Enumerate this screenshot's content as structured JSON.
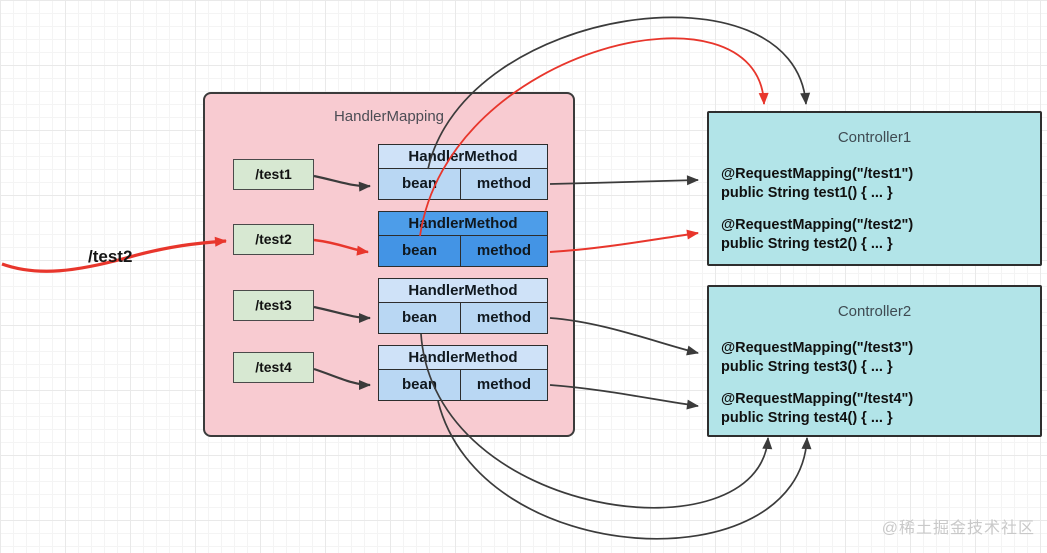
{
  "diagram": {
    "watermark": "@稀土掘金技术社区",
    "incoming_request": {
      "label": "/test2"
    },
    "handler_mapping": {
      "title": "HandlerMapping",
      "url_patterns": [
        {
          "label": "/test1"
        },
        {
          "label": "/test2"
        },
        {
          "label": "/test3"
        },
        {
          "label": "/test4"
        }
      ],
      "handler_methods": [
        {
          "title": "HandlerMethod",
          "bean_label": "bean",
          "method_label": "method",
          "highlighted": false
        },
        {
          "title": "HandlerMethod",
          "bean_label": "bean",
          "method_label": "method",
          "highlighted": true
        },
        {
          "title": "HandlerMethod",
          "bean_label": "bean",
          "method_label": "method",
          "highlighted": false
        },
        {
          "title": "HandlerMethod",
          "bean_label": "bean",
          "method_label": "method",
          "highlighted": false
        }
      ]
    },
    "controllers": [
      {
        "title": "Controller1",
        "methods": [
          {
            "annotation": "@RequestMapping(\"/test1\")",
            "signature": "public String test1() { ... }"
          },
          {
            "annotation": "@RequestMapping(\"/test2\")",
            "signature": "public String test2() { ... }"
          }
        ]
      },
      {
        "title": "Controller2",
        "methods": [
          {
            "annotation": "@RequestMapping(\"/test3\")",
            "signature": "public String test3() { ... }"
          },
          {
            "annotation": "@RequestMapping(\"/test4\")",
            "signature": "public String test4() { ... }"
          }
        ]
      }
    ],
    "colors": {
      "handler_mapping_fill": "#f8cbd1",
      "url_pattern_fill": "#d7e8d2",
      "handler_method_header_fill": "#cfe2f8",
      "handler_method_cell_fill": "#b9d7f3",
      "highlighted_header_fill": "#4d9de9",
      "highlighted_cell_fill": "#4394e5",
      "controller_fill": "#b2e4e8",
      "arrow_black": "#3b3b3b",
      "arrow_red": "#e8362c"
    }
  }
}
